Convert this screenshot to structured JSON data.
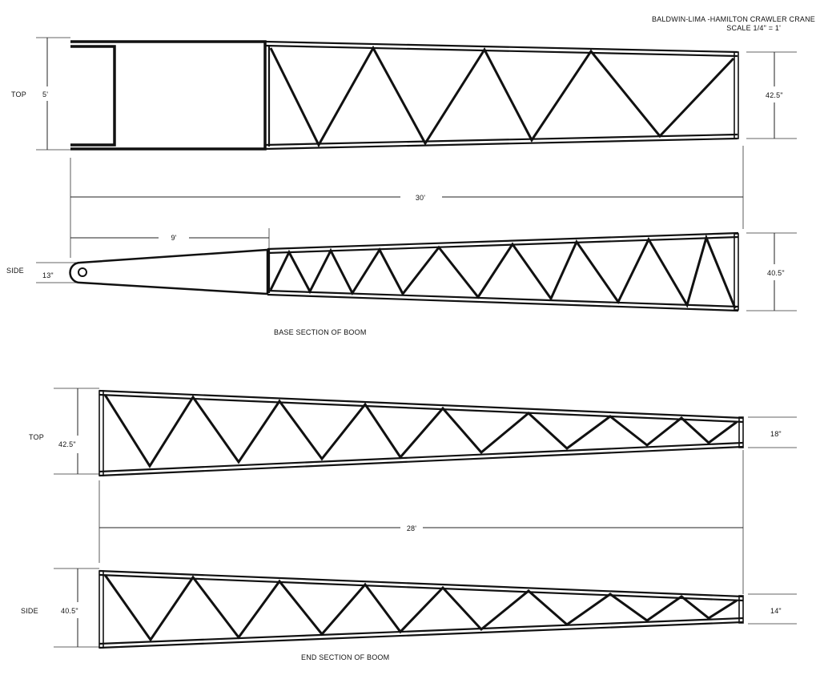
{
  "title": {
    "line1": "BALDWIN-LIMA -HAMILTON CRAWLER CRANE",
    "line2": "SCALE 1/4\" = 1'"
  },
  "base_section": {
    "caption": "BASE SECTION OF BOOM",
    "top_view": {
      "view_label": "TOP",
      "left_width": "5'",
      "right_width": "42.5\""
    },
    "overall_length": "30'",
    "foot_length": "9'",
    "side_view": {
      "view_label": "SIDE",
      "left_height": "13\"",
      "right_height": "40.5\""
    }
  },
  "end_section": {
    "caption": "END SECTION OF BOOM",
    "top_view": {
      "view_label": "TOP",
      "left_width": "42.5\"",
      "right_width": "18\""
    },
    "overall_length": "28'",
    "side_view": {
      "view_label": "SIDE",
      "left_height": "40.5\"",
      "right_height": "14\""
    }
  }
}
